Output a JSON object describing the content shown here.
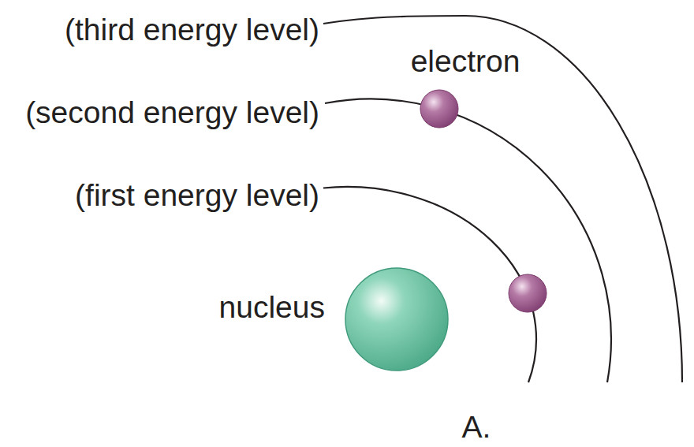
{
  "diagram": {
    "labels": [
      "(third energy level)",
      "electron",
      "(second energy level)",
      "(first energy level)",
      "nucleus",
      "A."
    ]
  }
}
